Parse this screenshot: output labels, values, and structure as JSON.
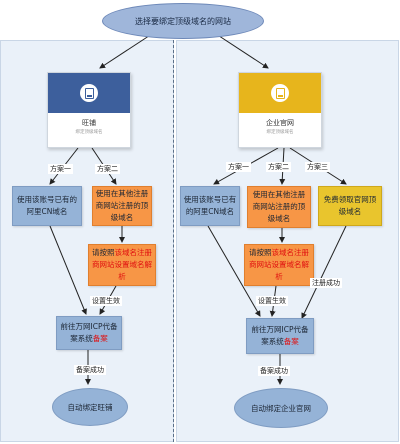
{
  "title": "选择要绑定顶级域名的网站",
  "left": {
    "card_title": "旺铺",
    "card_subtitle": "绑定顶级域名",
    "option1": "方案一",
    "option2": "方案二",
    "box1": "使用该账号已有的阿里CN域名",
    "box2": "使用在其他注册商网站注册的顶级域名",
    "box3_a": "请按照",
    "box3_b": "该域名注册商网站设置域名解析",
    "setting_done": "设置生效",
    "icp_a": "前往万网ICP代备案系统",
    "icp_b": "备案",
    "filing_done": "备案成功",
    "final": "自动绑定旺铺"
  },
  "right": {
    "card_title": "企业官网",
    "card_subtitle": "绑定顶级域名",
    "option1": "方案一",
    "option2": "方案二",
    "option3": "方案三",
    "box1": "使用该账号已有的阿里CN域名",
    "box2": "使用在其他注册商网站注册的顶级域名",
    "box3": "免费领取官网顶级域名",
    "box4_a": "请按照",
    "box4_b": "该域名注册商网站设置域名解析",
    "setting_done": "设置生效",
    "register_done": "注册成功",
    "icp_a": "前往万网ICP代备案系统",
    "icp_b": "备案",
    "filing_done": "备案成功",
    "final": "自动绑定企业官网"
  },
  "colors": {
    "blue": "#95b3d7",
    "orange": "#f79646",
    "yellow": "#e9c52d",
    "card_blue": "#3d5f9c",
    "card_gold": "#e7b51c"
  },
  "icons": [
    "document-icon"
  ]
}
